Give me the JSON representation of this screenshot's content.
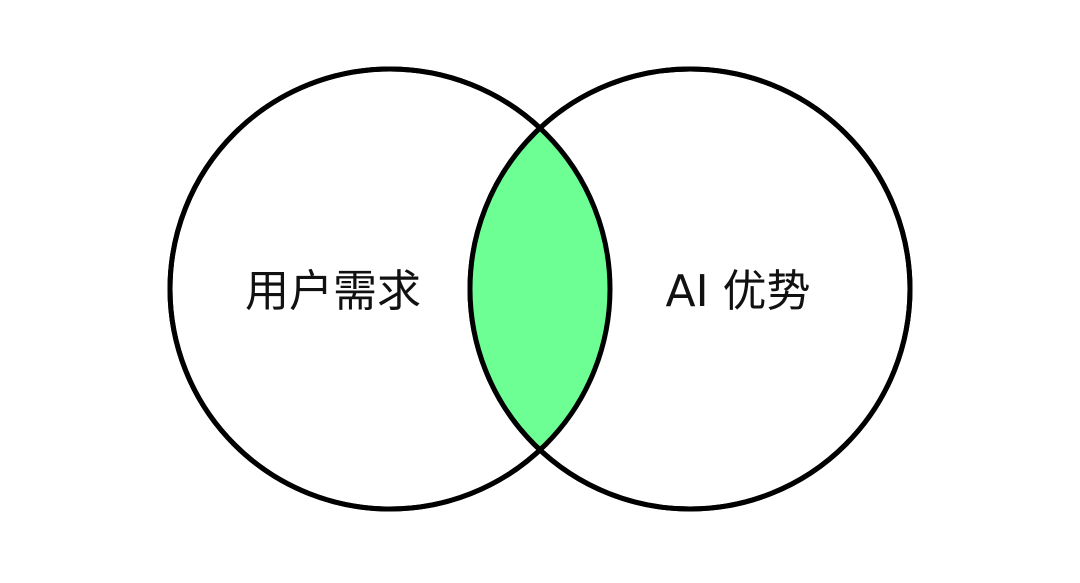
{
  "diagram": {
    "type": "venn",
    "sets": [
      {
        "label": "用户需求"
      },
      {
        "label": "AI 优势"
      }
    ],
    "colors": {
      "background": "#ffffff",
      "stroke": "#000000",
      "circle_fill": "#ffffff",
      "intersection_fill": "#6dff93",
      "label": "#111111"
    }
  }
}
